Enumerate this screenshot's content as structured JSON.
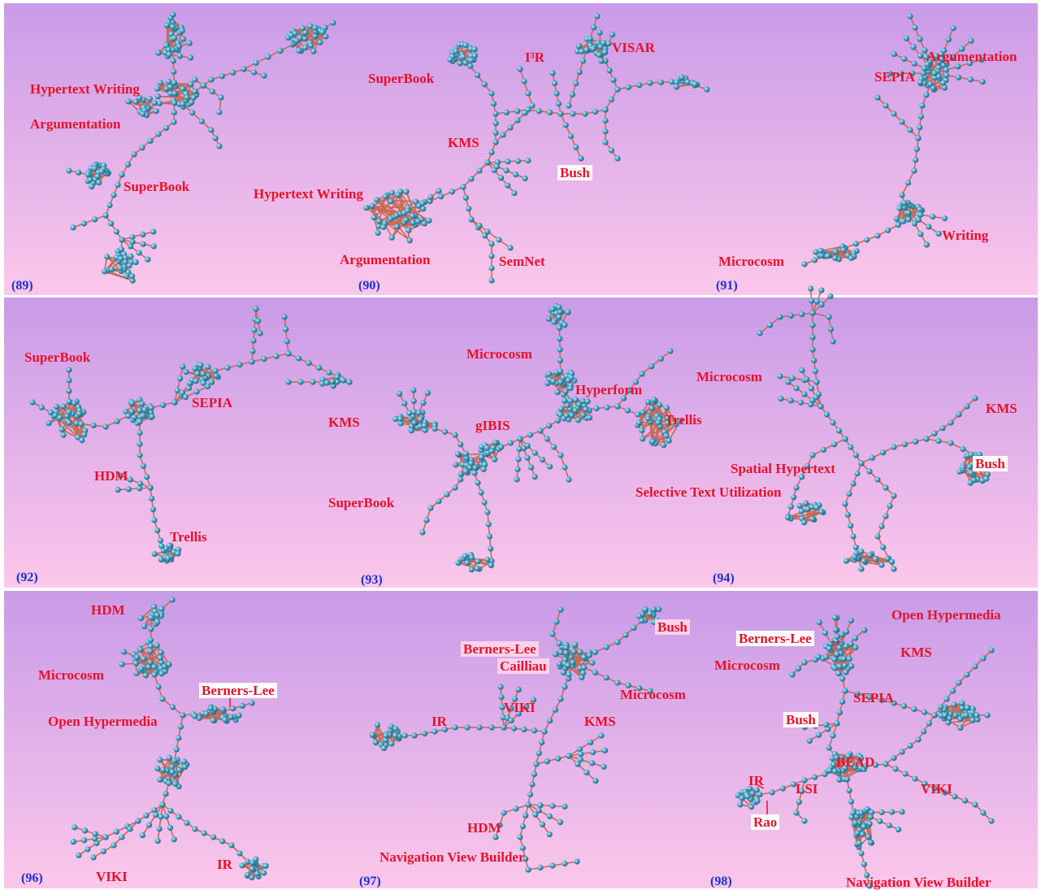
{
  "colors": {
    "panel_top": "#c99be8",
    "panel_bottom": "#fbc7ea",
    "edge": "#c66a54",
    "node": "#4fa7c8",
    "node_dark": "#1f5d78",
    "label": "#e8102a",
    "year": "#1a2fd0",
    "divider": "#ffffff"
  },
  "icons": {
    "node": "node-sphere-icon"
  },
  "panels": [
    {
      "year": "(89)",
      "labels": [
        "Hypertext Writing",
        "Argumentation",
        "SuperBook"
      ]
    },
    {
      "year": "(90)",
      "labels": [
        "SuperBook",
        "I³R",
        "VISAR",
        "KMS",
        "Bush",
        "Hypertext Writing",
        "Argumentation",
        "SemNet"
      ]
    },
    {
      "year": "(91)",
      "labels": [
        "SEPIA",
        "Argumentation",
        "Writing",
        "Microcosm"
      ]
    },
    {
      "year": "(92)",
      "labels": [
        "SuperBook",
        "SEPIA",
        "HDM",
        "Trellis"
      ]
    },
    {
      "year": "(93)",
      "labels": [
        "Microcosm",
        "Hyperform",
        "Trellis",
        "KMS",
        "gIBIS",
        "SuperBook"
      ]
    },
    {
      "year": "(94)",
      "labels": [
        "Microcosm",
        "KMS",
        "Bush",
        "Spatial Hypertext",
        "Selective Text Utilization"
      ]
    },
    {
      "year": "(96)",
      "labels": [
        "HDM",
        "Microcosm",
        "Berners-Lee",
        "Open Hypermedia",
        "VIKI",
        "IR"
      ]
    },
    {
      "year": "(97)",
      "labels": [
        "Bush",
        "Berners-Lee",
        "Cailliau",
        "Microcosm",
        "IR",
        "VIKI",
        "KMS",
        "HDM",
        "Navigation View Builder"
      ]
    },
    {
      "year": "(98)",
      "labels": [
        "Open Hypermedia",
        "Berners-Lee",
        "Microcosm",
        "KMS",
        "SEPIA",
        "Bush",
        "BEAD",
        "IR",
        "LSI",
        "VIKI",
        "Rao",
        "Navigation View Builder"
      ]
    }
  ]
}
